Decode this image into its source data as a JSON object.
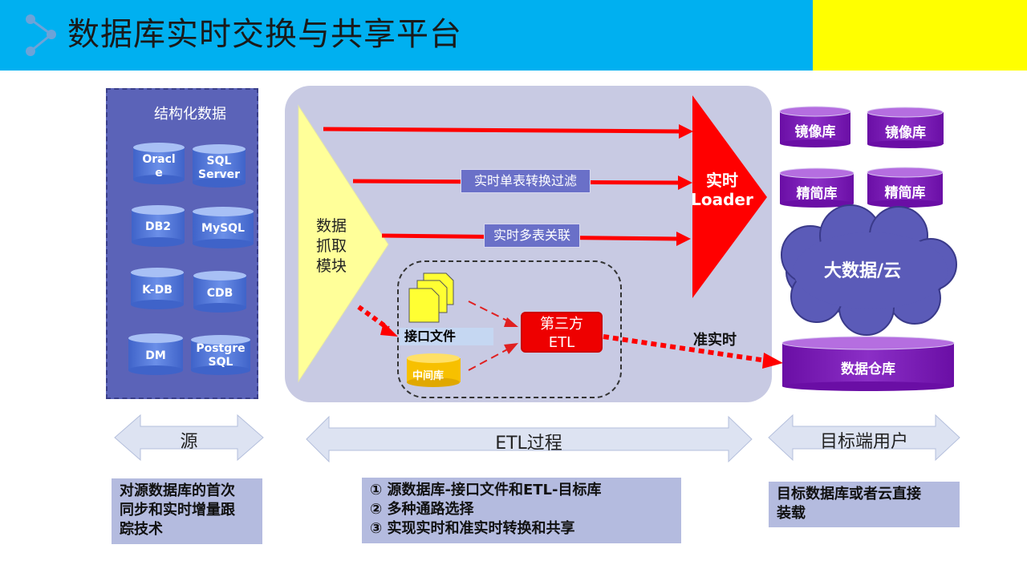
{
  "header": {
    "title": "数据库实时交换与共享平台",
    "icon": "share-icon",
    "colors": {
      "bar": "#00b0f0",
      "accent": "#ffff00"
    }
  },
  "source": {
    "heading": "结构化数据",
    "databases": [
      {
        "line1": "Oracl",
        "line2": "e"
      },
      {
        "line1": "SQL",
        "line2": "Server"
      },
      {
        "line1": "DB2",
        "line2": ""
      },
      {
        "line1": "MySQL",
        "line2": ""
      },
      {
        "line1": "K-DB",
        "line2": ""
      },
      {
        "line1": "CDB",
        "line2": ""
      },
      {
        "line1": "DM",
        "line2": ""
      },
      {
        "line1": "Postgre",
        "line2": "SQL"
      }
    ]
  },
  "etl": {
    "capture_module": [
      "数据",
      "抓取",
      "模块"
    ],
    "flow_single": "实时单表转换过滤",
    "flow_multi": "实时多表关联",
    "loader": [
      "实时",
      "Loader"
    ],
    "interface_file": "接口文件",
    "middle_db": "中间库",
    "third_party": [
      "第三方",
      "ETL"
    ],
    "near_realtime": "准实时"
  },
  "targets": {
    "mirror_1": "镜像库",
    "mirror_2": "镜像库",
    "lean_1": "精简库",
    "lean_2": "精简库",
    "bigdata": "大数据/云",
    "warehouse": "数据仓库"
  },
  "bottom": {
    "source_label": "源",
    "etl_label": "ETL过程",
    "target_label": "目标端用户",
    "source_desc": [
      "对源数据库的首次",
      "同步和实时增量跟",
      "踪技术"
    ],
    "etl_desc": [
      "①  源数据库-接口文件和ETL-目标库",
      "②  多种通路选择",
      "③  实现实时和准实时转换和共享"
    ],
    "target_desc": [
      "目标数据库或者云直接",
      "装载"
    ]
  }
}
